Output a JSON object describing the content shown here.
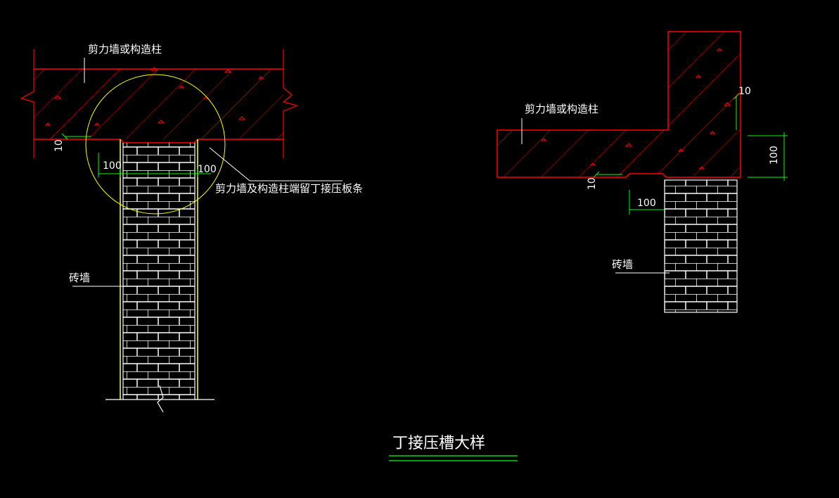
{
  "title": "丁接压槽大样",
  "left_detail": {
    "wall_label": "剪力墙或构造柱",
    "note_label": "剪力墙及构造柱端留丁接压板条",
    "brick_label": "砖墙",
    "dim_left": "100",
    "dim_right": "100",
    "dim_small": "10"
  },
  "right_detail": {
    "wall_label": "剪力墙或构造柱",
    "brick_label": "砖墙",
    "dim_width": "100",
    "dim_small_top": "10",
    "dim_small_bottom": "10",
    "dim_height": "100"
  },
  "colors": {
    "concrete": "#ff0000",
    "brick": "#ffffff",
    "brick_edge": "#ffff66",
    "dimension": "#00ff00",
    "circle": "#ffff00",
    "title_underline": "#00ff00"
  }
}
